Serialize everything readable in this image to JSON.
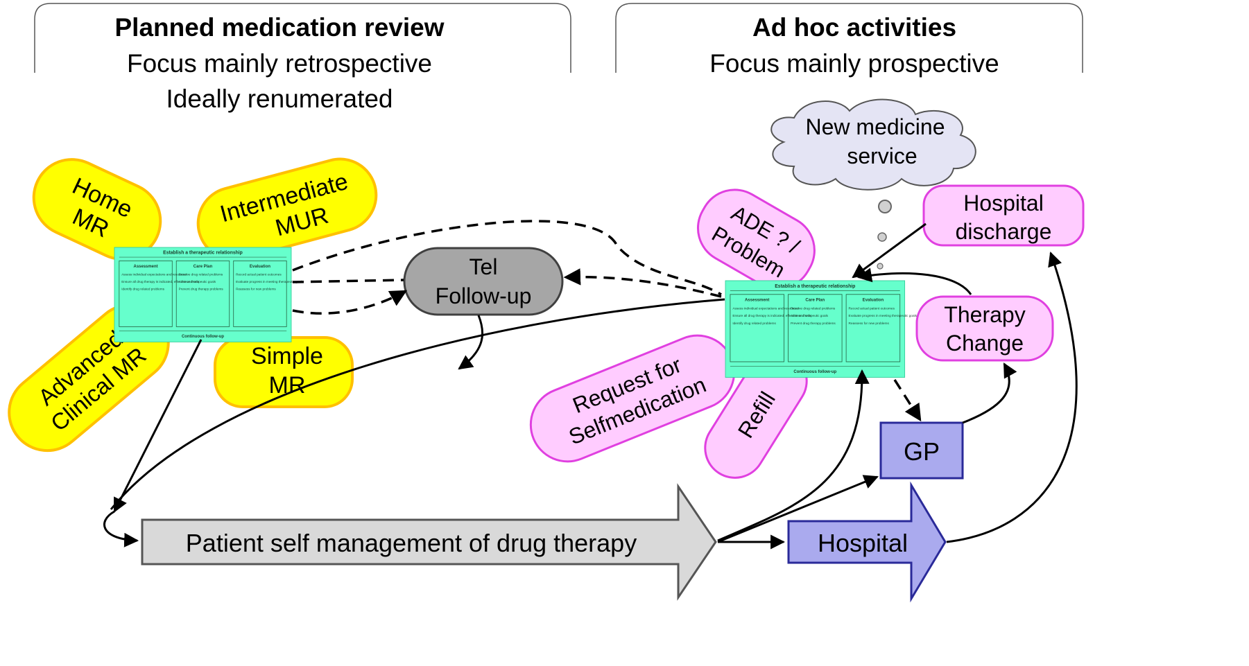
{
  "left_section": {
    "title": "Planned medication review",
    "line1": "Focus mainly retrospective",
    "line2": "Ideally renumerated"
  },
  "right_section": {
    "title": "Ad hoc activities",
    "line1": "Focus mainly prospective"
  },
  "yellow_nodes": {
    "home_mr": [
      "Home",
      "MR"
    ],
    "intermediate_mur": [
      "Intermediate",
      "MUR"
    ],
    "advanced_mr": [
      "Advanced",
      "Clinical MR"
    ],
    "simple_mr": [
      "Simple",
      "MR"
    ]
  },
  "tel_followup": [
    "Tel",
    "Follow-up"
  ],
  "cloud": [
    "New medicine",
    "service"
  ],
  "pink_nodes": {
    "ade": [
      "ADE ? /",
      "Problem"
    ],
    "hospital_discharge": [
      "Hospital",
      "discharge"
    ],
    "therapy_change": [
      "Therapy",
      "Change"
    ],
    "request": [
      "Request for",
      "Selfmedication"
    ],
    "refill": "Refill"
  },
  "gp": "GP",
  "hospital": "Hospital",
  "patient_arrow": "Patient self management of drug therapy",
  "care_card": {
    "title": "Establish a therapeutic relationship",
    "footer": "Continuous follow-up",
    "columns": [
      {
        "heading": "Assessment",
        "items": [
          "Assess individual expectations and resources",
          "Ensure all drug therapy is indicated, effective and safe",
          "Identify drug related problems"
        ]
      },
      {
        "heading": "Care Plan",
        "items": [
          "Resolve drug related problems",
          "Achieve therapeutic goals",
          "Prevent drug therapy problems"
        ]
      },
      {
        "heading": "Evaluation",
        "items": [
          "Record actual patient outcomes",
          "Evaluate progress in meeting therapeutic goals",
          "Reassess for new problems"
        ]
      }
    ]
  },
  "colors": {
    "yellow_fill": "#ffff00",
    "yellow_stroke": "#ffc000",
    "pink_fill": "#ffccff",
    "pink_stroke": "#e040e0",
    "card_fill": "#66ffcc",
    "tel_fill": "#a6a6a6",
    "cloud_fill": "#e4e4f4",
    "blue_fill": "#aaaaee",
    "blue_stroke": "#2a2a99",
    "patient_fill": "#d9d9d9"
  }
}
